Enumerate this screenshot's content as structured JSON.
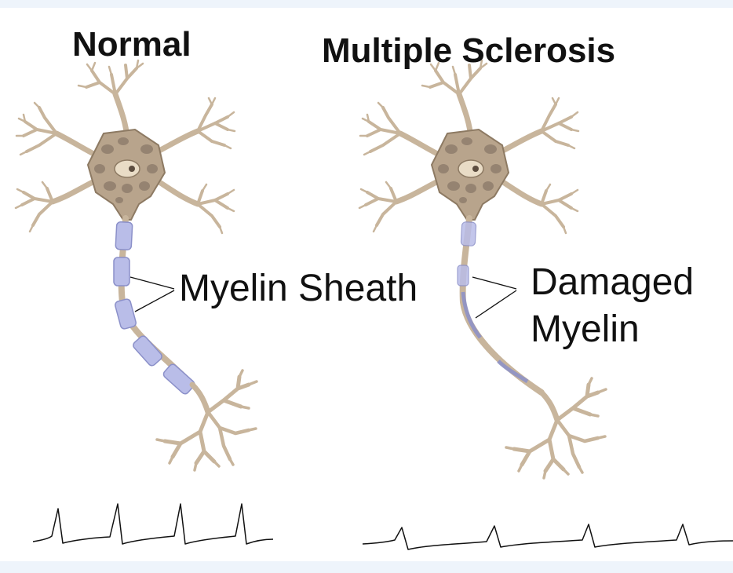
{
  "titles": {
    "normal": "Normal",
    "ms": "Multiple Sclerosis"
  },
  "labels": {
    "myelin_sheath": "Myelin Sheath",
    "damaged_line1": "Damaged",
    "damaged_line2": "Myelin"
  },
  "colors": {
    "neuron_fill": "#c8b59c",
    "neuron_stroke": "#8d7a63",
    "nucleus_dark": "#8a7868",
    "myelin_fill": "#b9bde8",
    "myelin_stroke": "#8b90c9",
    "signal_stroke": "#111111"
  }
}
